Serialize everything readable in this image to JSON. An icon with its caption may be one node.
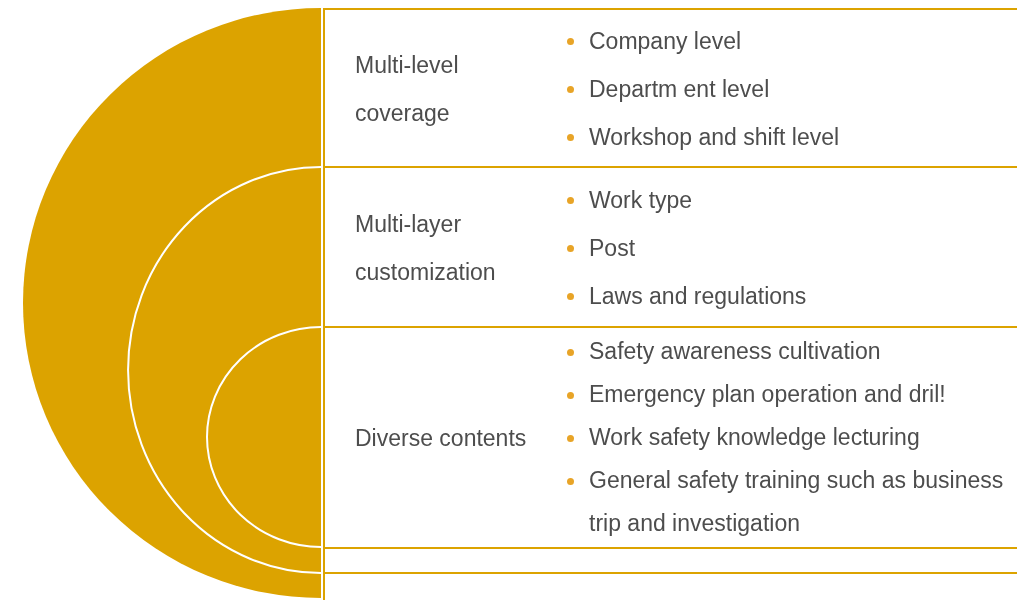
{
  "diagram": {
    "nodes": [
      {
        "text": [
          "Multi-level coverage",
          "Company level",
          "Departm ent level",
          "Workshop and shift level"
        ]
      },
      {
        "text": [
          "Multi-layer customization",
          "Work type",
          "Post",
          "Laws and regulations"
        ]
      },
      {
        "text": [
          "Diverse contents",
          "Safety awareness cultivation",
          "Emergency plan operation and dril!",
          "Work safety knowledge lecturing",
          "General safety training such as business trip and investigation"
        ]
      }
    ]
  }
}
